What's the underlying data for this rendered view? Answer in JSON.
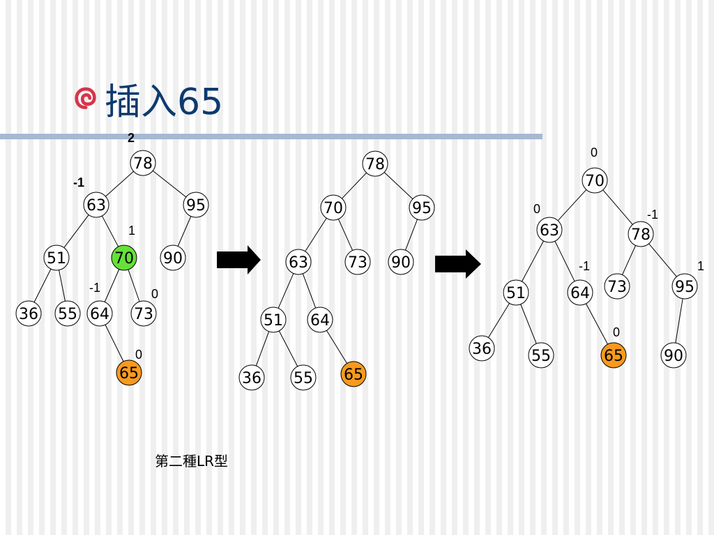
{
  "title": "插入65",
  "caption": "第二種LR型",
  "colors": {
    "title": "#0d3a6e",
    "divider": "#a6b9d2",
    "unbalanced_node": "#66e03a",
    "inserted_node": "#f79a1e",
    "bullet": "#d8344a"
  },
  "icons": {
    "bullet": "swirl-bullet-icon",
    "arrow": "right-arrow-icon"
  },
  "trees": [
    {
      "id": "before",
      "nodes": [
        {
          "key": "78",
          "bf": "2",
          "bf_bold": true
        },
        {
          "key": "63",
          "bf": "-1",
          "bf_bold": true
        },
        {
          "key": "95",
          "bf": ""
        },
        {
          "key": "51",
          "bf": ""
        },
        {
          "key": "70",
          "bf": "1",
          "highlight": "unbalanced"
        },
        {
          "key": "90",
          "bf": ""
        },
        {
          "key": "36",
          "bf": ""
        },
        {
          "key": "55",
          "bf": ""
        },
        {
          "key": "64",
          "bf": "-1"
        },
        {
          "key": "73",
          "bf": "0"
        },
        {
          "key": "65",
          "bf": "0",
          "highlight": "inserted"
        }
      ],
      "edges": [
        [
          "78",
          "63"
        ],
        [
          "78",
          "95"
        ],
        [
          "63",
          "51"
        ],
        [
          "63",
          "70"
        ],
        [
          "95",
          "90"
        ],
        [
          "51",
          "36"
        ],
        [
          "51",
          "55"
        ],
        [
          "70",
          "64"
        ],
        [
          "70",
          "73"
        ],
        [
          "64",
          "65"
        ]
      ]
    },
    {
      "id": "intermediate",
      "nodes": [
        {
          "key": "78",
          "bf": ""
        },
        {
          "key": "70",
          "bf": ""
        },
        {
          "key": "95",
          "bf": ""
        },
        {
          "key": "63",
          "bf": ""
        },
        {
          "key": "73",
          "bf": ""
        },
        {
          "key": "90",
          "bf": ""
        },
        {
          "key": "51",
          "bf": ""
        },
        {
          "key": "64",
          "bf": ""
        },
        {
          "key": "36",
          "bf": ""
        },
        {
          "key": "55",
          "bf": ""
        },
        {
          "key": "65",
          "bf": "",
          "highlight": "inserted"
        }
      ],
      "edges": [
        [
          "78",
          "70"
        ],
        [
          "78",
          "95"
        ],
        [
          "70",
          "63"
        ],
        [
          "70",
          "73"
        ],
        [
          "95",
          "90"
        ],
        [
          "63",
          "51"
        ],
        [
          "63",
          "64"
        ],
        [
          "51",
          "36"
        ],
        [
          "51",
          "55"
        ],
        [
          "64",
          "65"
        ]
      ]
    },
    {
      "id": "after",
      "nodes": [
        {
          "key": "70",
          "bf": "0"
        },
        {
          "key": "63",
          "bf": "0"
        },
        {
          "key": "78",
          "bf": "-1"
        },
        {
          "key": "51",
          "bf": ""
        },
        {
          "key": "64",
          "bf": "-1"
        },
        {
          "key": "73",
          "bf": ""
        },
        {
          "key": "95",
          "bf": "1"
        },
        {
          "key": "36",
          "bf": ""
        },
        {
          "key": "55",
          "bf": ""
        },
        {
          "key": "65",
          "bf": "0",
          "highlight": "inserted"
        },
        {
          "key": "90",
          "bf": ""
        }
      ],
      "edges": [
        [
          "70",
          "63"
        ],
        [
          "70",
          "78"
        ],
        [
          "63",
          "51"
        ],
        [
          "63",
          "64"
        ],
        [
          "78",
          "73"
        ],
        [
          "78",
          "95"
        ],
        [
          "51",
          "36"
        ],
        [
          "51",
          "55"
        ],
        [
          "64",
          "65"
        ],
        [
          "95",
          "90"
        ]
      ]
    }
  ]
}
